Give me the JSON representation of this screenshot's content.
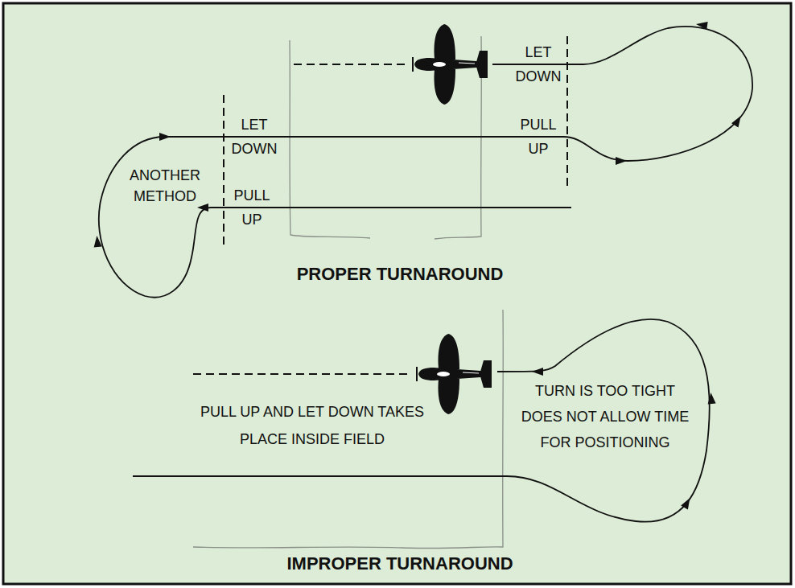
{
  "diagram": {
    "labels": [
      "LET DOWN",
      "LET DOWN",
      "PULL UP",
      "ANOTHER METHOD",
      "PULL UP",
      "PROPER TURNAROUND",
      "TURN IS TOO TIGHT DOES NOT ALLOW TIME FOR POSITIONING",
      "PULL UP AND LET DOWN TAKES PLACE INSIDE FIELD",
      "IMPROPER TURNAROUND"
    ]
  }
}
